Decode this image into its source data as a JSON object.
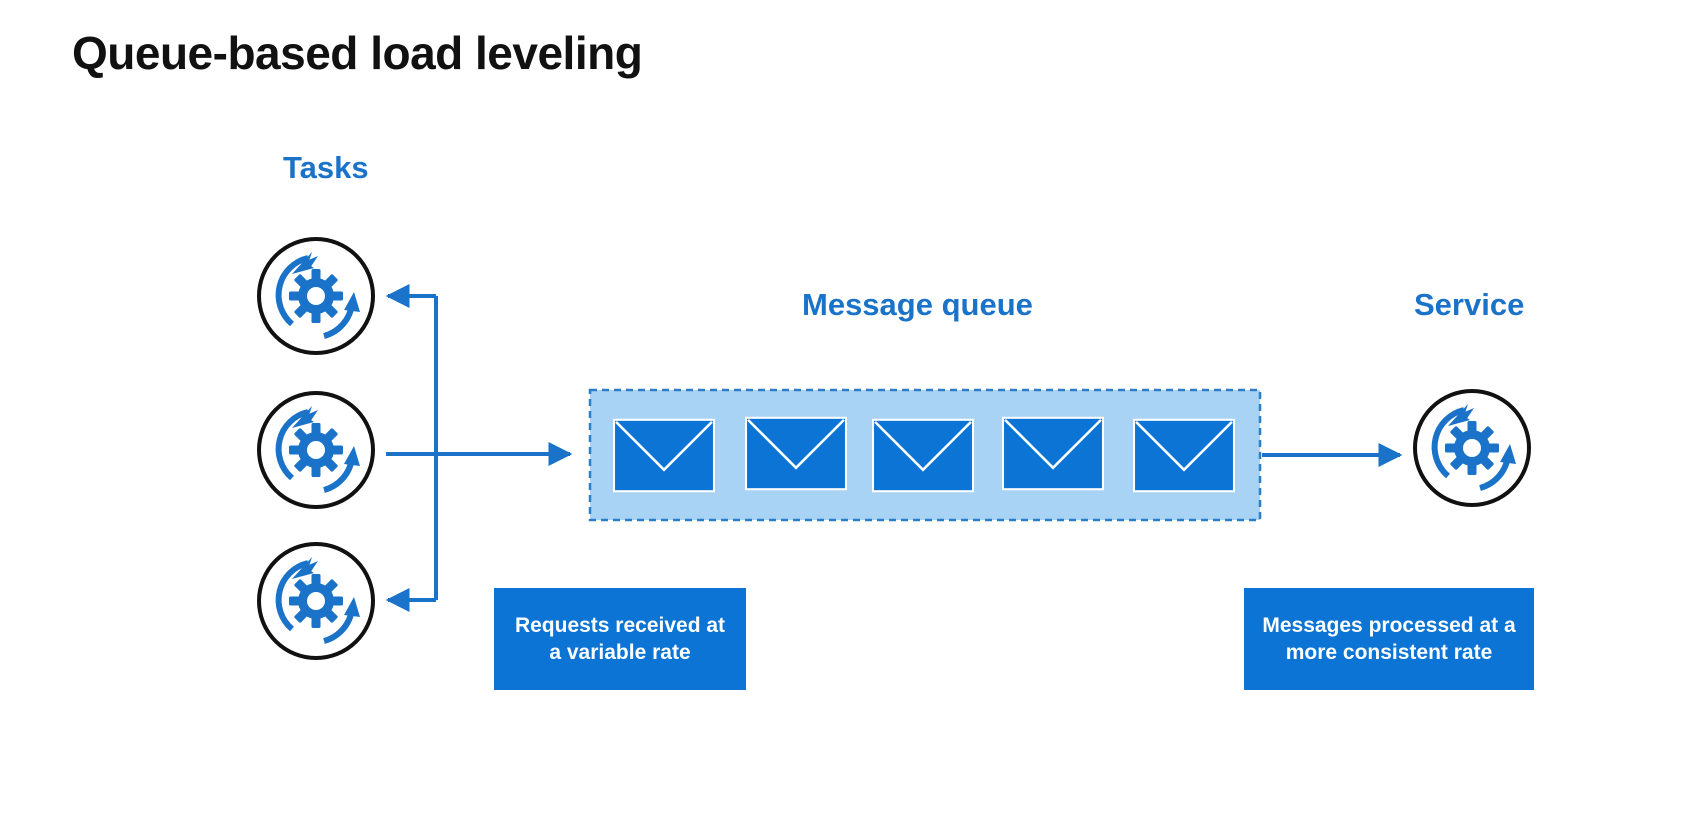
{
  "title": "Queue-based load leveling",
  "labels": {
    "tasks": "Tasks",
    "queue": "Message queue",
    "service": "Service"
  },
  "notes": {
    "requests": "Requests received at a variable rate",
    "messages": "Messages processed at a more consistent rate"
  },
  "tasks": [
    {
      "icon": "gear-cycle-icon"
    },
    {
      "icon": "gear-cycle-icon"
    },
    {
      "icon": "gear-cycle-icon"
    }
  ],
  "queue_messages": [
    {
      "icon": "envelope-icon"
    },
    {
      "icon": "envelope-icon"
    },
    {
      "icon": "envelope-icon"
    },
    {
      "icon": "envelope-icon"
    },
    {
      "icon": "envelope-icon"
    }
  ],
  "service": {
    "icon": "gear-cycle-icon"
  },
  "colors": {
    "accent": "#1a73c8",
    "box": "#0b74d4",
    "queue_fill": "#a9d3f5",
    "queue_border": "#2b7fc8",
    "circle_border": "#111111"
  }
}
